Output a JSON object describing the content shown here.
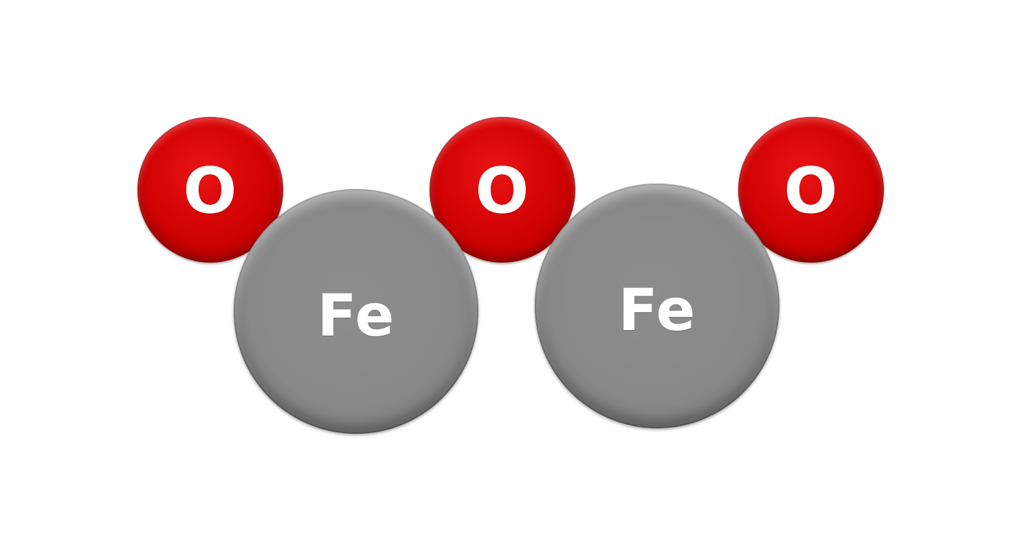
{
  "molecule": {
    "atoms": [
      {
        "id": "o1",
        "symbol": "O",
        "element": "oxygen"
      },
      {
        "id": "o2",
        "symbol": "O",
        "element": "oxygen"
      },
      {
        "id": "o3",
        "symbol": "O",
        "element": "oxygen"
      },
      {
        "id": "fe1",
        "symbol": "Fe",
        "element": "iron"
      },
      {
        "id": "fe2",
        "symbol": "Fe",
        "element": "iron"
      }
    ]
  },
  "colors": {
    "oxygen": "#d40404",
    "iron": "#888888",
    "label": "#ffffff",
    "background": "#ffffff"
  }
}
